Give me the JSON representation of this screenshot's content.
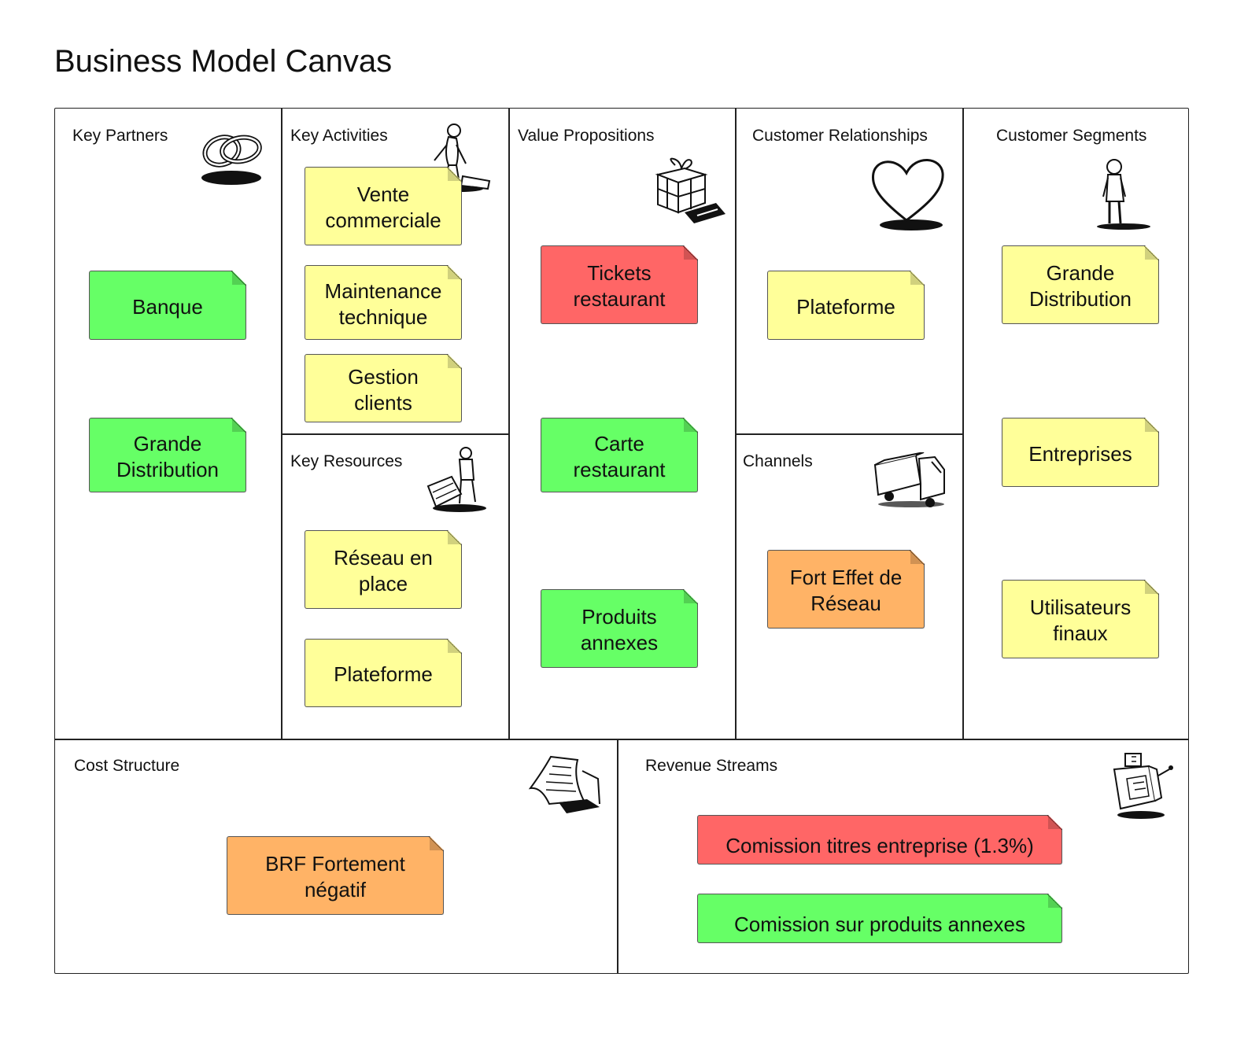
{
  "title": "Business Model Canvas",
  "colors": {
    "yellow": "#ffff99",
    "green": "#66ff66",
    "red": "#ff6666",
    "orange": "#ffb366",
    "border": "#222222"
  },
  "blocks": {
    "key_partners": {
      "label": "Key Partners",
      "icon": "chain-links-icon",
      "notes": [
        {
          "text": "Banque",
          "color": "green"
        },
        {
          "text": "Grande Distribution",
          "color": "green"
        }
      ]
    },
    "key_activities": {
      "label": "Key Activities",
      "icon": "worker-icon",
      "notes": [
        {
          "text": "Vente commerciale",
          "color": "yellow"
        },
        {
          "text": "Maintenance technique",
          "color": "yellow"
        },
        {
          "text": "Gestion clients",
          "color": "yellow"
        }
      ]
    },
    "key_resources": {
      "label": "Key Resources",
      "icon": "person-with-materials-icon",
      "notes": [
        {
          "text": "Réseau en place",
          "color": "yellow"
        },
        {
          "text": "Plateforme",
          "color": "yellow"
        }
      ]
    },
    "value_propositions": {
      "label": "Value Propositions",
      "icon": "gift-icon",
      "notes": [
        {
          "text": "Tickets restaurant",
          "color": "red"
        },
        {
          "text": "Carte restaurant",
          "color": "green"
        },
        {
          "text": "Produits annexes",
          "color": "green"
        }
      ]
    },
    "customer_relationships": {
      "label": "Customer Relationships",
      "icon": "heart-icon",
      "notes": [
        {
          "text": "Plateforme",
          "color": "yellow"
        }
      ]
    },
    "channels": {
      "label": "Channels",
      "icon": "truck-icon",
      "notes": [
        {
          "text": "Fort Effet de Réseau",
          "color": "orange"
        }
      ]
    },
    "customer_segments": {
      "label": "Customer Segments",
      "icon": "standing-person-icon",
      "notes": [
        {
          "text": "Grande Distribution",
          "color": "yellow"
        },
        {
          "text": "Entreprises",
          "color": "yellow"
        },
        {
          "text": "Utilisateurs finaux",
          "color": "yellow"
        }
      ]
    },
    "cost_structure": {
      "label": "Cost Structure",
      "icon": "receipt-icon",
      "notes": [
        {
          "text": "BRF Fortement négatif",
          "color": "orange"
        }
      ]
    },
    "revenue_streams": {
      "label": "Revenue Streams",
      "icon": "cash-register-icon",
      "notes": [
        {
          "text": "Comission titres entreprise (1.3%)",
          "color": "red"
        },
        {
          "text": "Comission sur produits annexes",
          "color": "green"
        }
      ]
    }
  }
}
